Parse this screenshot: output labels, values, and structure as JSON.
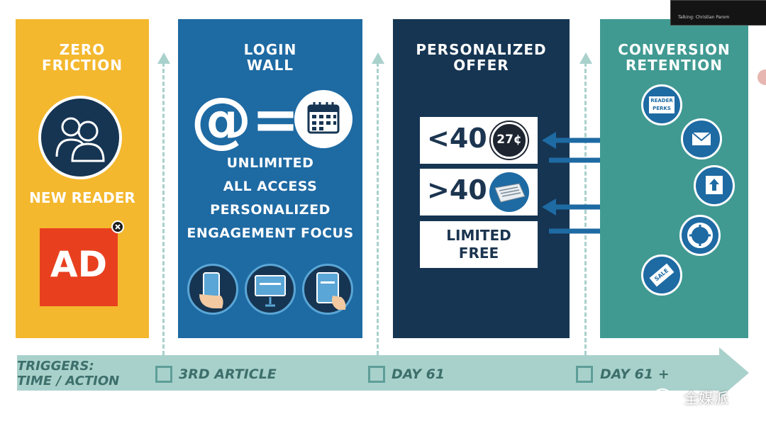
{
  "colors": {
    "panel_1": "#f4b82e",
    "panel_2": "#1e6aa3",
    "panel_3": "#163553",
    "panel_4": "#409a92",
    "timeline": "#a9d1cc",
    "ad_red": "#e8401f"
  },
  "panels": [
    {
      "title": [
        "ZERO",
        "FRICTION"
      ],
      "label": "NEW READER",
      "ad_text": "AD",
      "icons": [
        "reader-avatar-icon",
        "close-icon"
      ]
    },
    {
      "title": [
        "LOGIN",
        "WALL"
      ],
      "formula": {
        "left": "@",
        "op": "="
      },
      "lines": [
        "UNLIMITED",
        "ALL ACCESS",
        "PERSONALIZED",
        "ENGAGEMENT FOCUS"
      ],
      "icons": [
        "calendar-icon",
        "phone-hand-icon",
        "tablet-stand-icon",
        "tablet-hand-icon"
      ]
    },
    {
      "title": [
        "PERSONALIZED",
        "OFFER"
      ],
      "offers": [
        {
          "text": "<40",
          "badge": "27¢"
        },
        {
          "text": ">40",
          "icon": "newspaper-icon"
        },
        {
          "text": [
            "LIMITED",
            "FREE"
          ]
        }
      ]
    },
    {
      "title": [
        "CONVERSION",
        "RETENTION"
      ],
      "badge_text": [
        "READER",
        "PERKS"
      ],
      "sale_text": "SALE",
      "icons": [
        "reader-perks-icon",
        "mail-icon",
        "upload-icon",
        "lifebuoy-icon",
        "sale-tag-icon"
      ]
    }
  ],
  "timeline": {
    "trigger_label": [
      "TRIGGERS:",
      "TIME / ACTION"
    ],
    "milestones": [
      {
        "label": "3RD ARTICLE"
      },
      {
        "label": "DAY 61"
      },
      {
        "label": "DAY 61 +"
      }
    ]
  },
  "watermark": "全媒派",
  "video_overlay": {
    "caption": "Talking: Christian Parom"
  }
}
